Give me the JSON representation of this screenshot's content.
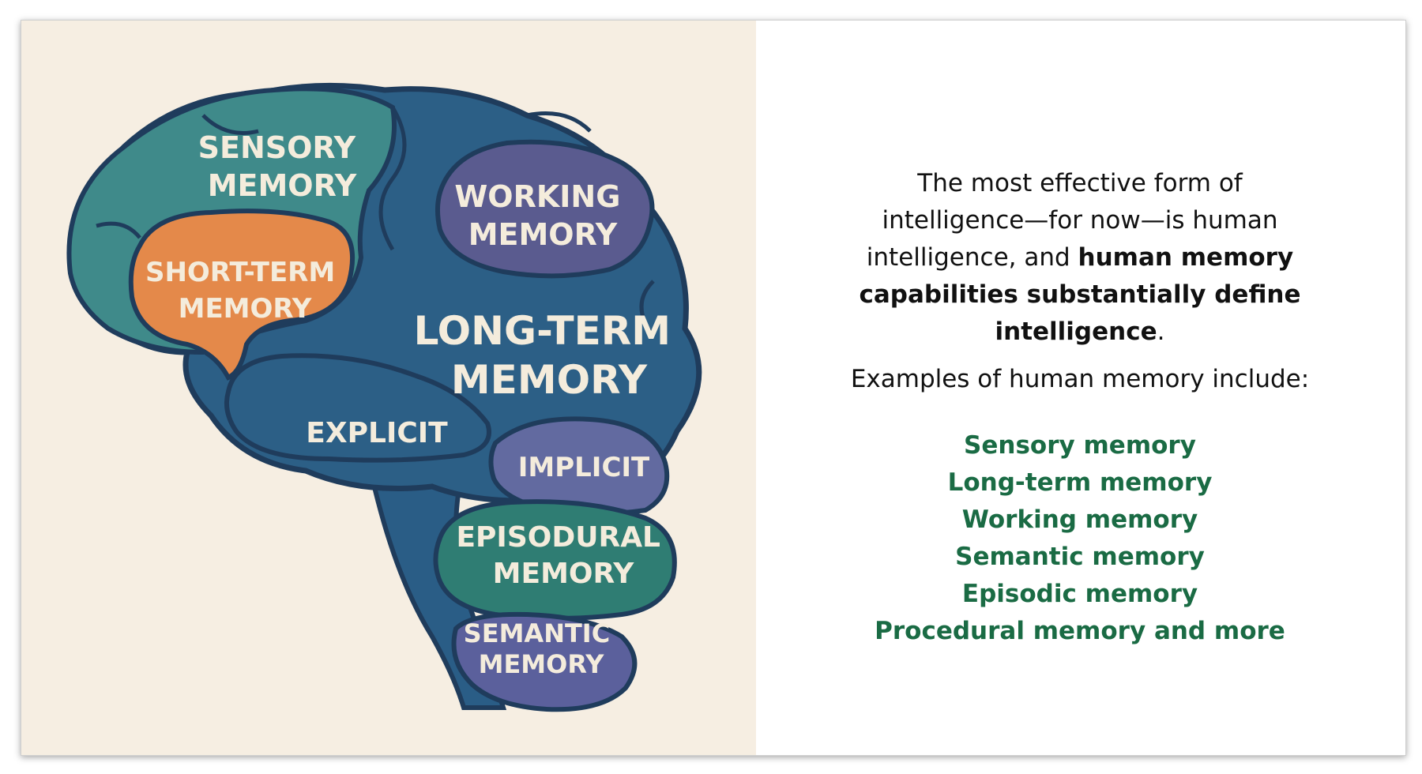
{
  "diagram": {
    "regions": {
      "sensory": {
        "line1": "SENSORY",
        "line2": "MEMORY",
        "color": "#3f8a8a"
      },
      "short_term": {
        "line1": "SHORT-TERM",
        "line2": "MEMORY",
        "color": "#e4894a"
      },
      "working": {
        "line1": "WORKING",
        "line2": "MEMORY",
        "color": "#5a5b8f"
      },
      "long_term": {
        "line1": "LONG-TERM",
        "line2": "MEMORY",
        "color": "#2c5f86"
      },
      "explicit": {
        "label": "EXPLICIT"
      },
      "implicit": {
        "label": "IMPLICIT",
        "color": "#626aa0"
      },
      "episodural": {
        "line1": "EPISODURAL",
        "line2": "MEMORY",
        "color": "#2f7d73"
      },
      "semantic": {
        "line1": "SEMANTIC",
        "line2": "MEMORY",
        "color": "#5b609c"
      }
    },
    "colors": {
      "background": "#f6eee2",
      "outline": "#1f3c5c",
      "brainstem": "#2a5d86",
      "label_text": "#f4ecdc"
    }
  },
  "text": {
    "intro_plain_1": "The most effective form of intelligence—for now—is human intelligence, and ",
    "intro_bold": "human memory capabilities substantially define intelligence",
    "intro_plain_2": ".",
    "examples_heading": "Examples of human memory include:",
    "examples": [
      "Sensory memory",
      "Long-term memory",
      "Working memory",
      "Semantic memory",
      "Episodic memory",
      "Procedural memory and more"
    ],
    "accent_color": "#1a6b44"
  }
}
